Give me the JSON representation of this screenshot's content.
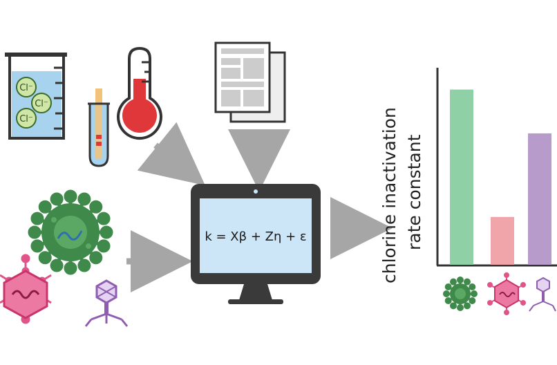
{
  "colors": {
    "outline": "#333333",
    "arrow": "#a6a6a6",
    "water": "#a8d3ee",
    "mercury": "#e0383a",
    "screen": "#cde6f7",
    "monitor": "#3a3a3a",
    "virus_green": "#3f8a4a",
    "virus_pink": "#e0548a",
    "phage_purple": "#8e5db0",
    "ion_fill": "#cfe6a6",
    "paper": "#d9d9d9"
  },
  "icons": {
    "beaker": "beaker-icon",
    "chloride_ion": "chloride-ion-icon",
    "test_tube": "test-tube-icon",
    "thermometer": "thermometer-icon",
    "documents": "documents-icon",
    "computer": "computer-monitor-icon",
    "coronavirus": "coronavirus-icon",
    "icosahedral_virus": "icosahedral-virus-icon",
    "bacteriophage": "bacteriophage-icon"
  },
  "beaker": {
    "ions": [
      "Cl⁻",
      "Cl⁻",
      "Cl⁻"
    ]
  },
  "model": {
    "formula": "k = Xβ + Zη + ε"
  },
  "chart_data": {
    "type": "bar",
    "title": "",
    "ylabel_line1": "chlorine inactivation",
    "ylabel_line2": "rate constant",
    "xlabel": "",
    "categories": [
      "coronavirus",
      "icosahedral virus",
      "bacteriophage"
    ],
    "values": [
      0.88,
      0.24,
      0.66
    ],
    "ylim": [
      0,
      1
    ],
    "bar_colors": [
      "#8fd0a6",
      "#f0a5aa",
      "#b79ccb"
    ],
    "category_icons": [
      "coronavirus-icon",
      "icosahedral-virus-icon",
      "bacteriophage-icon"
    ],
    "grid": false,
    "legend": "none"
  }
}
